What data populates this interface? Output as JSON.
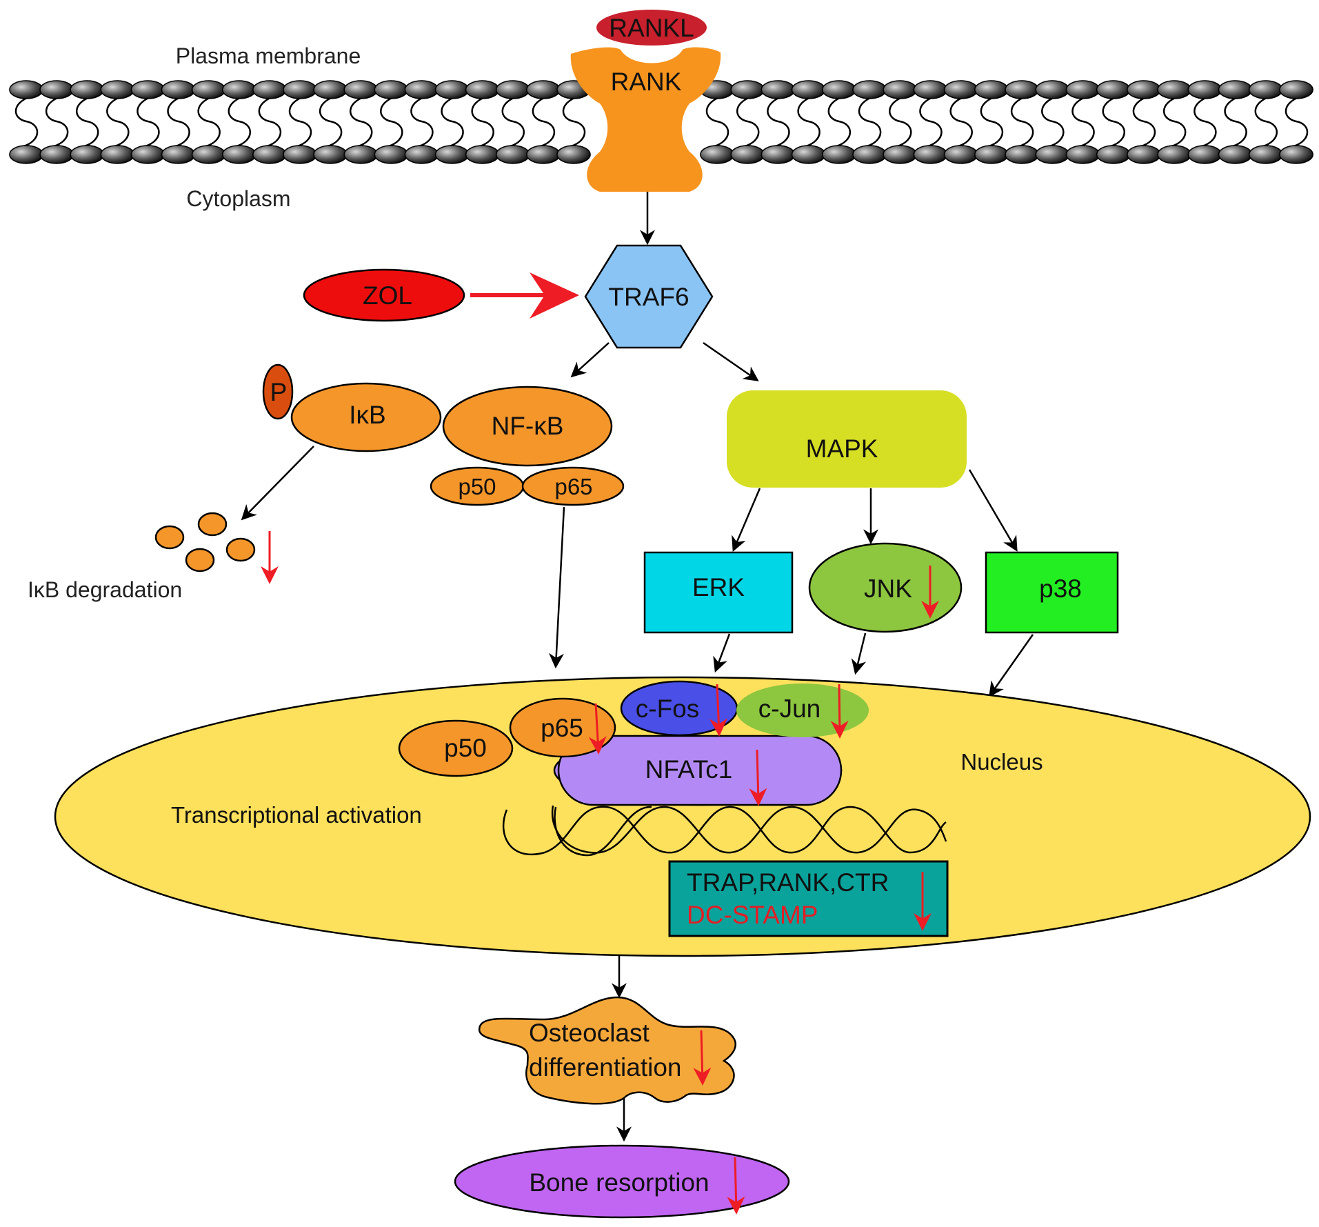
{
  "title": "ZOL inhibits RANKL-induced osteoclastogenesis via TRAF6 signaling",
  "regions": {
    "plasma_membrane": "Plasma membrane",
    "cytoplasm": "Cytoplasm",
    "nucleus": "Nucleus"
  },
  "nodes": {
    "rankl": "RANKL",
    "rank": "RANK",
    "traf6": "TRAF6",
    "zol": "ZOL",
    "phospho": "P",
    "ikb": "IκB",
    "nfkb": "NF-κB",
    "p50": "p50",
    "p65": "p65",
    "ikb_degradation": "IκB degradation",
    "mapk": "MAPK",
    "erk": "ERK",
    "jnk": "JNK",
    "p38": "p38",
    "nuc_p50": "p50",
    "nuc_p65": "p65",
    "cfos": "c-Fos",
    "cjun": "c-Jun",
    "nfatc1": "NFATc1",
    "transcriptional_activation": "Transcriptional  activation",
    "target_genes_line1": "TRAP,RANK,CTR",
    "target_genes_line2": "DC-STAMP",
    "osteoclast_line1": "Osteoclast",
    "osteoclast_line2": "differentiation",
    "bone_resorption": "Bone resorption"
  },
  "colors": {
    "rankl": "#c8202c",
    "rank": "#f7941d",
    "traf6": "#8ac4f5",
    "zol": "#ee0d0d",
    "inhibit_arrow": "#ee1c24",
    "phospho": "#d94e0e",
    "orange_protein": "#f5962a",
    "mapk": "#d6df23",
    "erk": "#00d6e6",
    "jnk": "#8dc63f",
    "p38": "#22ee22",
    "nucleus": "#fde05c",
    "cfos": "#4a4fe8",
    "cjun": "#8dc63f",
    "nfatc1": "#b38af5",
    "target_box": "#0aa39c",
    "dc_stamp_text": "#e31e24",
    "osteoclast": "#f5a83a",
    "bone_resorption": "#c066f2",
    "decrease_arrow": "#ee1c24"
  },
  "edges": [
    {
      "from": "RANK",
      "to": "TRAF6",
      "type": "activation"
    },
    {
      "from": "ZOL",
      "to": "TRAF6",
      "type": "inhibition-target"
    },
    {
      "from": "TRAF6",
      "to": "NF-κB",
      "type": "activation"
    },
    {
      "from": "TRAF6",
      "to": "MAPK",
      "type": "activation"
    },
    {
      "from": "IκB",
      "to": "IκB degradation",
      "type": "activation"
    },
    {
      "from": "p65",
      "to": "Nucleus",
      "type": "translocation"
    },
    {
      "from": "MAPK",
      "to": "ERK",
      "type": "activation"
    },
    {
      "from": "MAPK",
      "to": "JNK",
      "type": "activation"
    },
    {
      "from": "MAPK",
      "to": "p38",
      "type": "activation"
    },
    {
      "from": "ERK",
      "to": "Nucleus",
      "type": "activation"
    },
    {
      "from": "JNK",
      "to": "Nucleus",
      "type": "activation"
    },
    {
      "from": "p38",
      "to": "Nucleus",
      "type": "activation"
    },
    {
      "from": "Nucleus",
      "to": "Osteoclast differentiation",
      "type": "activation"
    },
    {
      "from": "Osteoclast differentiation",
      "to": "Bone resorption",
      "type": "activation"
    }
  ],
  "decreased": [
    "IκB degradation",
    "JNK",
    "p65",
    "c-Fos",
    "c-Jun",
    "NFATc1",
    "TRAP,RANK,CTR / DC-STAMP",
    "Osteoclast differentiation",
    "Bone resorption"
  ]
}
